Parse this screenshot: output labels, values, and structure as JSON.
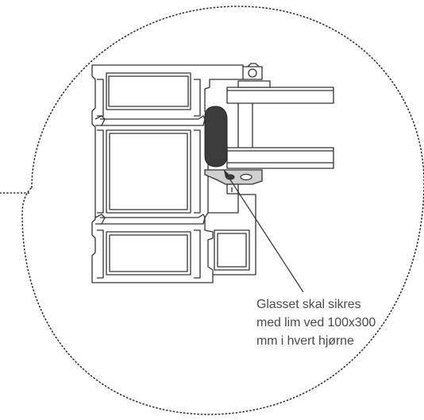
{
  "annotation": {
    "lines": [
      "Glasset skal sikres",
      "med lim ved 100x300",
      "mm i hvert hjørne"
    ]
  },
  "colors": {
    "outline": "#333333",
    "dotted_circle": "#333333",
    "glue_bead": "#3c3c3c",
    "bracket_fill": "#cfcfcf",
    "text": "#4a4a4a"
  }
}
